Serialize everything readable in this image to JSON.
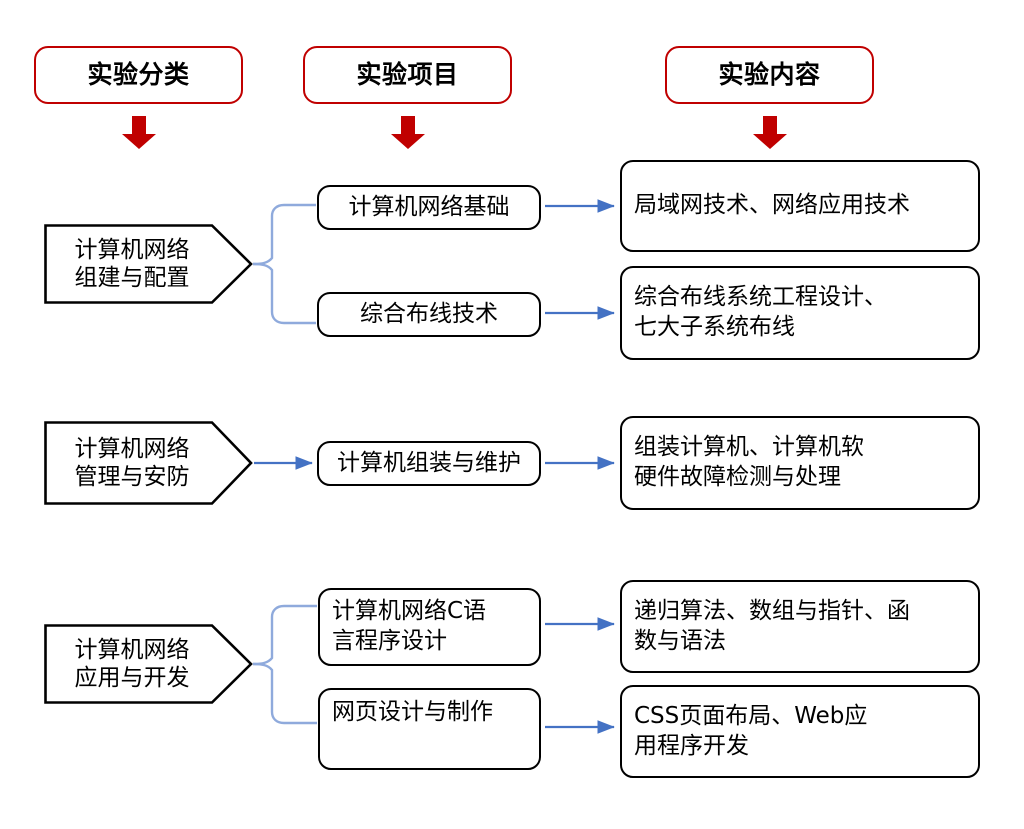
{
  "diagram": {
    "title_row": {
      "columns": [
        {
          "id": "category",
          "label": "实验分类"
        },
        {
          "id": "project",
          "label": "实验项目"
        },
        {
          "id": "content",
          "label": "实验内容"
        }
      ],
      "arrow_icon": "red-down-arrow-icon"
    },
    "colors": {
      "header_border": "#C00000",
      "header_text": "#000000",
      "red_arrow": "#C00000",
      "box_border": "#000000",
      "connector_blue": "#4472C4",
      "brace_blue": "#8FAADC",
      "background": "#FFFFFF"
    },
    "groups": [
      {
        "id": "group-1",
        "category": {
          "lines": [
            "计算机网络",
            "组建与配置"
          ]
        },
        "connector": "brace",
        "rows": [
          {
            "project": {
              "lines": [
                "计算机网络基础"
              ]
            },
            "content": {
              "lines": [
                "局域网技术、网络应用技术"
              ]
            }
          },
          {
            "project": {
              "lines": [
                "综合布线技术"
              ]
            },
            "content": {
              "lines": [
                "综合布线系统工程设计、",
                "七大子系统布线"
              ]
            }
          }
        ]
      },
      {
        "id": "group-2",
        "category": {
          "lines": [
            "计算机网络",
            "管理与安防"
          ]
        },
        "connector": "arrow",
        "rows": [
          {
            "project": {
              "lines": [
                "计算机组装与维护"
              ]
            },
            "content": {
              "lines": [
                "组装计算机、计算机软",
                "硬件故障检测与处理"
              ]
            }
          }
        ]
      },
      {
        "id": "group-3",
        "category": {
          "lines": [
            "计算机网络",
            "应用与开发"
          ]
        },
        "connector": "brace",
        "rows": [
          {
            "project": {
              "lines": [
                "计算机网络C语",
                "言程序设计"
              ]
            },
            "content": {
              "lines": [
                "递归算法、数组与指针、函",
                "数与语法"
              ]
            }
          },
          {
            "project": {
              "lines": [
                "网页设计与制作"
              ]
            },
            "content": {
              "lines": [
                "CSS页面布局、Web应",
                "用程序开发"
              ]
            }
          }
        ]
      }
    ]
  }
}
